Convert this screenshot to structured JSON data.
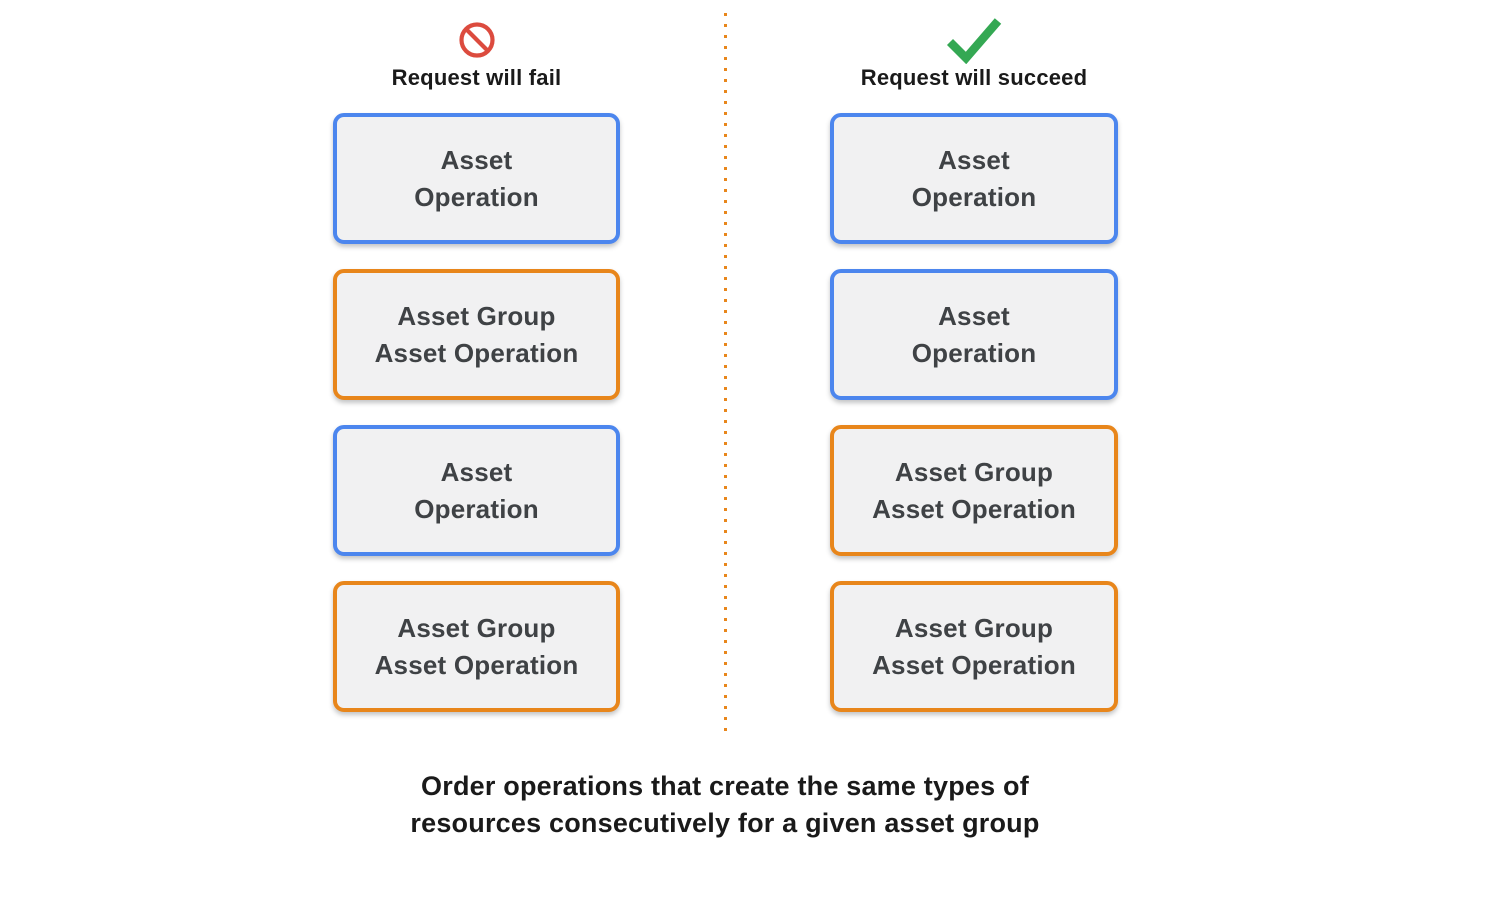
{
  "colors": {
    "blue": "#4C86EE",
    "orange": "#E8861B",
    "green": "#34A853",
    "red": "#DC4B3E",
    "box_background": "#F1F1F2",
    "box_text": "#3F4245",
    "heading_text": "#1A1A1A"
  },
  "columns": {
    "fail": {
      "icon": "prohibited-icon",
      "title": "Request will fail",
      "boxes": [
        {
          "type": "asset",
          "label": "Asset\nOperation"
        },
        {
          "type": "asset-group",
          "label": "Asset Group\nAsset Operation"
        },
        {
          "type": "asset",
          "label": "Asset\nOperation"
        },
        {
          "type": "asset-group",
          "label": "Asset Group\nAsset Operation"
        }
      ]
    },
    "succeed": {
      "icon": "check-icon",
      "title": "Request will succeed",
      "boxes": [
        {
          "type": "asset",
          "label": "Asset\nOperation"
        },
        {
          "type": "asset",
          "label": "Asset\nOperation"
        },
        {
          "type": "asset-group",
          "label": "Asset Group\nAsset Operation"
        },
        {
          "type": "asset-group",
          "label": "Asset Group\nAsset Operation"
        }
      ]
    }
  },
  "caption": "Order operations that create the same types of\nresources consecutively for a given asset group"
}
